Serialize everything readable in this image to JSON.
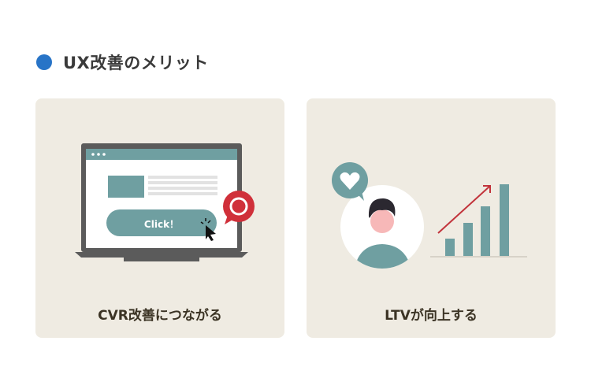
{
  "heading": {
    "title": "UX改善のメリット",
    "bullet_color": "#2874c7"
  },
  "cards": [
    {
      "caption": "CVR改善につながる",
      "illustration": "laptop-click-illustration",
      "button_label": "Click！"
    },
    {
      "caption": "LTVが向上する",
      "illustration": "user-growth-chart-illustration"
    }
  ],
  "colors": {
    "card_bg": "#efebe2",
    "teal": "#6f9fa1",
    "red": "#d0303a",
    "frame": "#5b5b5b"
  }
}
